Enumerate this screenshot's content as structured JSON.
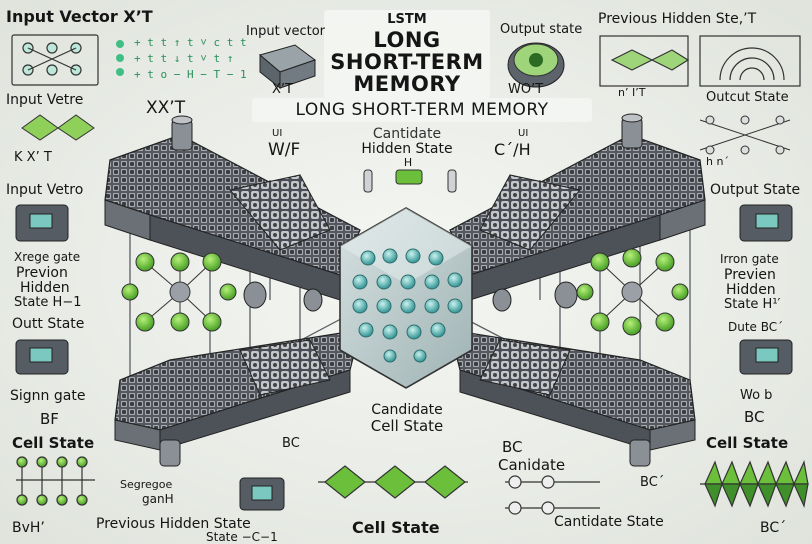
{
  "title": {
    "lstm": "LSTM",
    "line1": "LONG",
    "line2": "SHORT-TERM",
    "line3": "MEMORY",
    "subtitle": "LONG SHORT-TERM MEMORY"
  },
  "labels": {
    "input_vector_x": "Input Vector X’T",
    "input_vector_top": "Input vector",
    "xt_center": "X’T",
    "output_state_top": "Output state",
    "wot": "WO’T",
    "prev_hidden_top": "Previous Hidden Ste,’T",
    "n_it": "n’ I’T",
    "output_state_right": "Outcut State",
    "input_vetre": "Input Vetre",
    "xt_left": "XX’T",
    "kxt": "K  X’ T",
    "candidate_hidden_1": "Cantidate",
    "candidate_hidden_2": "Hidden State",
    "h_small": "H",
    "wf": "W/F",
    "ch": "C´/H",
    "ui_left": "UI",
    "ui_right": "UI",
    "input_vetro": "Input Vetro",
    "output_state_mid": "Output State",
    "xrege_gate": "Xrege gate",
    "previon_1": "Previon",
    "previon_2": "Hidden",
    "previon_3": "State H−1",
    "irron_gate": "Irron gate",
    "previen_1": "Previen",
    "previen_2": "Hidden",
    "previen_3": "State H¹′",
    "outt_state": "Outt State",
    "dute_bc": "Dute BC´",
    "sign_gate": "Signn gate",
    "bf": "BF",
    "wo_b": "Wo  b",
    "bc_right": "BC",
    "cell_state_left": "Cell State",
    "cell_state_right": "Cell State",
    "candidate_cell_1": "Candidate",
    "candidate_cell_2": "Cell State",
    "bc_left_mid": "BC",
    "bc_right_mid": "BC",
    "canidate": "Canidate",
    "segregoe": "Segregoe",
    "ganh": "ganH",
    "bc_small": "BC´",
    "bvh": "BvH’",
    "previous_hidden_bottom": "Previous Hidden State",
    "state_c": "State −C−1",
    "cell_state_bottom": "Cell State",
    "cantidate_state": "Cantidate State",
    "bc_bottom": "BC´",
    "grid_row1": "+ t t ↑ t ˅ c t t",
    "grid_row2": "+ t t ↓ t ˅ t ↑",
    "grid_row3": "+ t o − H − T − 1",
    "h_label": "h n´"
  },
  "colors": {
    "accent_green": "#6bbf3a",
    "dark_green": "#3f8f2a",
    "cube_dark": "#3b4046",
    "cube_mid": "#7a8088",
    "teal": "#6fb8b8",
    "paper": "#eef1ec"
  }
}
